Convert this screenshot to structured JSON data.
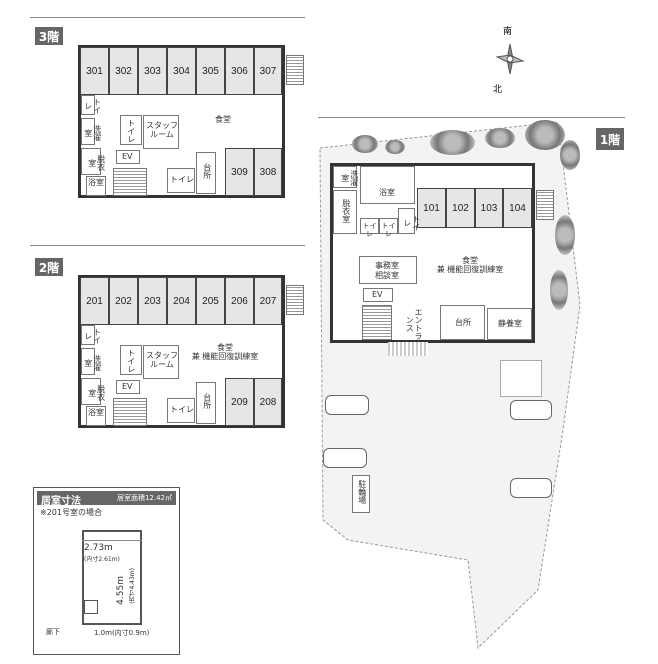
{
  "floor3": {
    "label": "3階",
    "rooms": [
      "301",
      "302",
      "303",
      "304",
      "305",
      "306",
      "307",
      "309",
      "308"
    ],
    "dining": "食堂",
    "staff_room": "スタッフルーム",
    "toilet": "トイレ",
    "laundry": "洗濯室",
    "dressing": "脱衣室",
    "bath": "浴室",
    "ev": "EV",
    "kitchen": "台所"
  },
  "floor2": {
    "label": "2階",
    "rooms": [
      "201",
      "202",
      "203",
      "204",
      "205",
      "206",
      "207",
      "209",
      "208"
    ],
    "dining": "食堂",
    "dining_sub": "兼 機能回復訓練室",
    "staff_room": "スタッフルーム",
    "toilet": "トイレ",
    "laundry": "洗濯室",
    "dressing": "脱衣室",
    "bath": "浴室",
    "ev": "EV",
    "kitchen": "台所"
  },
  "floor1": {
    "label": "1階",
    "rooms": [
      "101",
      "102",
      "103",
      "104"
    ],
    "dining": "食堂",
    "dining_sub": "兼 機能回復訓練室",
    "office": "事務室",
    "consult": "相談室",
    "bath": "浴室",
    "laundry": "洗濯室",
    "dressing": "脱衣室",
    "toilet": "トイレ",
    "ev": "EV",
    "entrance": "エントランス",
    "kitchen": "台所",
    "rest_room": "静養室",
    "bicycle": "駐輪場"
  },
  "compass": {
    "south": "南",
    "north": "北"
  },
  "room_size": {
    "title": "居室寸法",
    "area": "居室面積12.42㎡",
    "note": "※201号室の場合",
    "width": "2.73m",
    "width_inner": "(内寸2.61m)",
    "depth": "4.55m",
    "depth_inner": "(内寸4.43m)",
    "door": "1.0m(内寸0.9m)",
    "corridor": "廊下"
  }
}
